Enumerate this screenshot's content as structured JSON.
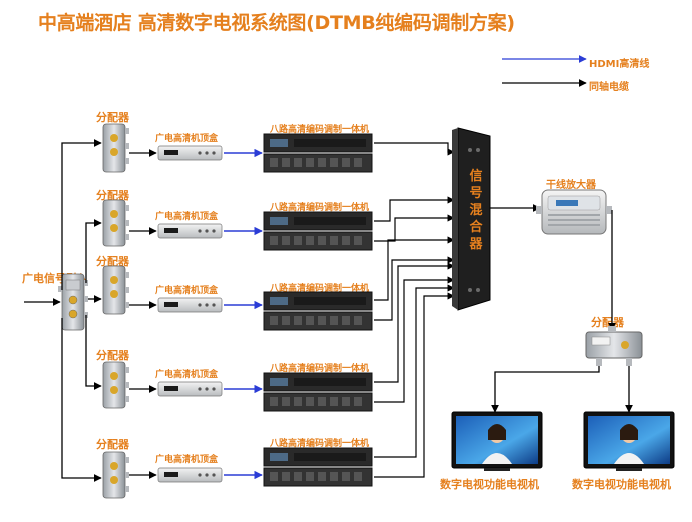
{
  "title": "中高端酒店 高清数字电视系统图(DTMB纯编码调制方案)",
  "legend": {
    "hdmi_label": "HDMI高清线",
    "coax_label": "同轴电缆",
    "hdmi_color": "#2b3dd6",
    "coax_color": "#000000"
  },
  "source_label": "广电信号引入",
  "splitter_label": "分配器",
  "stb_label": "广电高清机顶盒",
  "encoder_label": "八路高清编码调制一体机",
  "mixer_label": "信号混合器",
  "amplifier_label": "干线放大器",
  "tv_label": "数字电视功能电视机",
  "colors": {
    "accent": "#e5801e"
  },
  "icons": {
    "splitter": "splitter-icon",
    "stb": "set-top-box-icon",
    "encoder": "encoder-rack-icon",
    "mixer": "signal-mixer-icon",
    "amplifier": "amplifier-icon",
    "tv": "television-icon"
  }
}
